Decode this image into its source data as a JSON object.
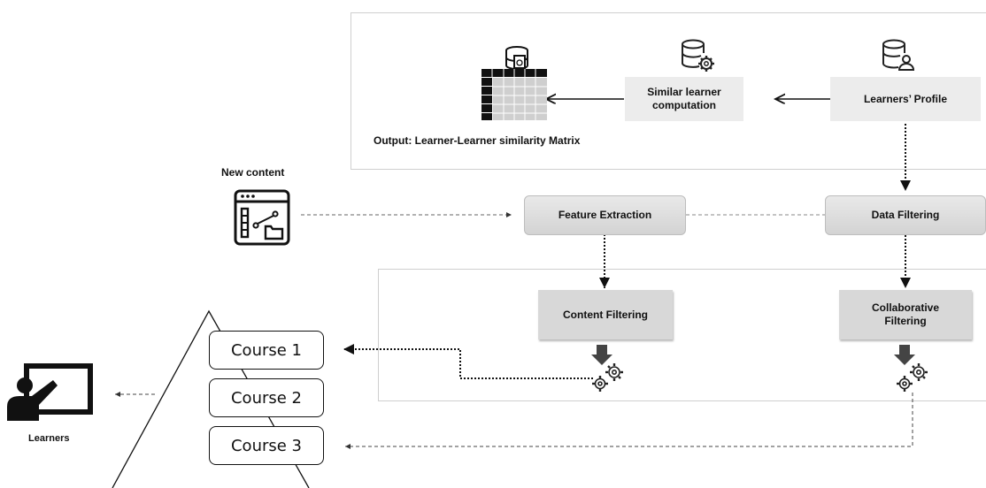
{
  "labels": {
    "output": "Output: Learner-Learner similarity Matrix",
    "new_content": "New content",
    "learners": "Learners"
  },
  "nodes": {
    "similar_learner": "Similar learner computation",
    "learners_profile": "Learners’ Profile",
    "feature_extraction": "Feature Extraction",
    "data_filtering": "Data Filtering",
    "content_filtering": "Content Filtering",
    "collaborative_filtering": "Collaborative Filtering"
  },
  "courses": [
    "Course 1",
    "Course 2",
    "Course 3"
  ],
  "icons": {
    "matrix": "database-matrix-icon",
    "computation": "database-gear-icon",
    "profile": "database-user-icon",
    "new_content": "content-window-icon",
    "learners": "teacher-board-icon",
    "gears": "gears-icon"
  },
  "colors": {
    "panel_border": "#cfcfcf",
    "node_fill": "#d8d8d8",
    "arrow": "#111111",
    "dashed_arrow": "#666666"
  }
}
